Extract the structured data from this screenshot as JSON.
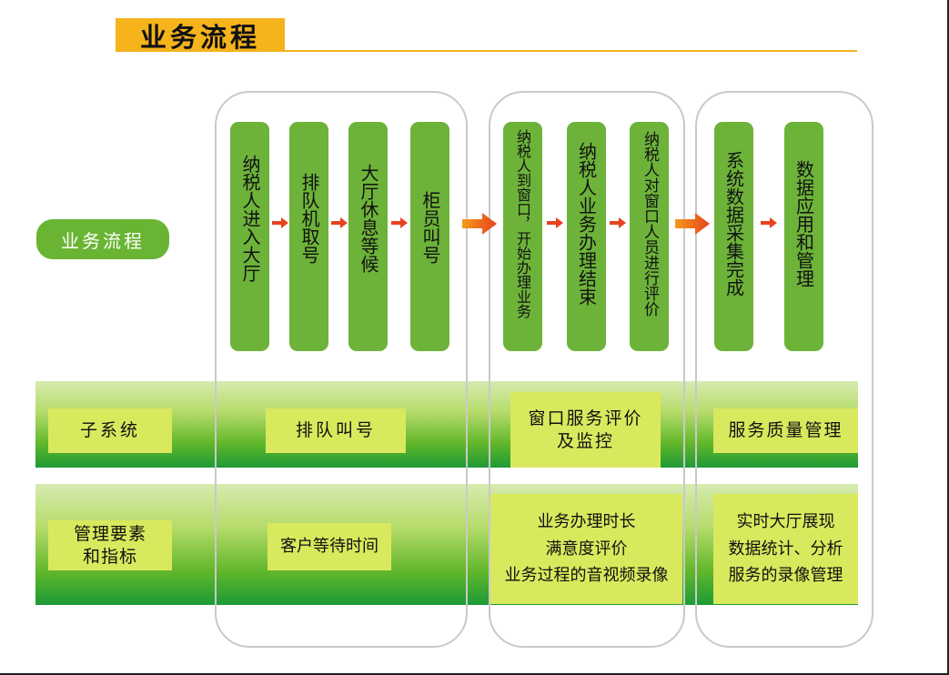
{
  "title": "业务流程",
  "row_labels": {
    "process": "业务流程",
    "subsystem": "子系统",
    "metrics": "管理要素\n和指标"
  },
  "steps": [
    "纳税人进入大厅",
    "排队机取号",
    "大厅休息等候",
    "柜员叫号",
    "纳税人到窗口，开始办理业务",
    "纳税人业务办理结束",
    "纳税人对窗口人员进行评价",
    "系统数据采集完成",
    "数据应用和管理"
  ],
  "subsystems": [
    "排队叫号",
    "窗口服务评价\n及监控",
    "服务质量管理"
  ],
  "metrics": [
    "客户等待时间",
    "业务办理时长\n满意度评价\n业务过程的音视频录像",
    "实时大厅展现\n数据统计、分析\n服务的录像管理"
  ],
  "colors": {
    "title_bg": "#f5b31c",
    "step_green": "#6db33a",
    "label_green": "#69b533",
    "box_yellow": "#d9e95d",
    "arrow_red": "#e8421f",
    "arrow_orange": "#f39a1c"
  }
}
